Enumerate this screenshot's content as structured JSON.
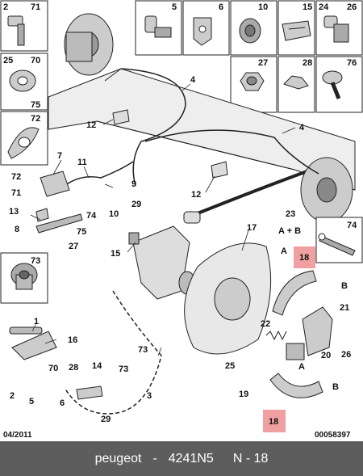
{
  "colors": {
    "highlight": "#f0a0a0",
    "footer_bg": "#5d5d5d",
    "line": "#222222",
    "part_fill": "#d9d9d9"
  },
  "boxes": [
    {
      "id": "b2",
      "nums": [
        "2",
        "71"
      ]
    },
    {
      "id": "b25",
      "nums": [
        "25",
        "70",
        "75"
      ]
    },
    {
      "id": "b72",
      "nums": [
        "72"
      ]
    },
    {
      "id": "b5",
      "nums": [
        "5"
      ]
    },
    {
      "id": "b6",
      "nums": [
        "6"
      ]
    },
    {
      "id": "b10",
      "nums": [
        "10"
      ]
    },
    {
      "id": "b15",
      "nums": [
        "15"
      ]
    },
    {
      "id": "b24",
      "nums": [
        "24",
        "26"
      ]
    },
    {
      "id": "b27",
      "nums": [
        "27"
      ]
    },
    {
      "id": "b28",
      "nums": [
        "28"
      ]
    },
    {
      "id": "b76",
      "nums": [
        "76"
      ]
    },
    {
      "id": "b74",
      "nums": [
        "74"
      ]
    },
    {
      "id": "b73",
      "nums": [
        "73"
      ]
    }
  ],
  "callouts": [
    "4",
    "12",
    "4",
    "7",
    "11",
    "9",
    "72",
    "71",
    "10",
    "29",
    "12",
    "23",
    "A + B",
    "13",
    "74",
    "8",
    "75",
    "27",
    "17",
    "15",
    "A",
    "18",
    "B",
    "21",
    "1",
    "16",
    "22",
    "20",
    "73",
    "26",
    "25",
    "70",
    "28",
    "14",
    "73",
    "2",
    "5",
    "6",
    "19",
    "3",
    "29",
    "A",
    "B",
    "18"
  ],
  "footer": {
    "left_date": "04/2011",
    "right_code": "00058397",
    "brand": "peugeot",
    "dash1": "-",
    "part": "4241N5",
    "page_label": "N - 18"
  }
}
